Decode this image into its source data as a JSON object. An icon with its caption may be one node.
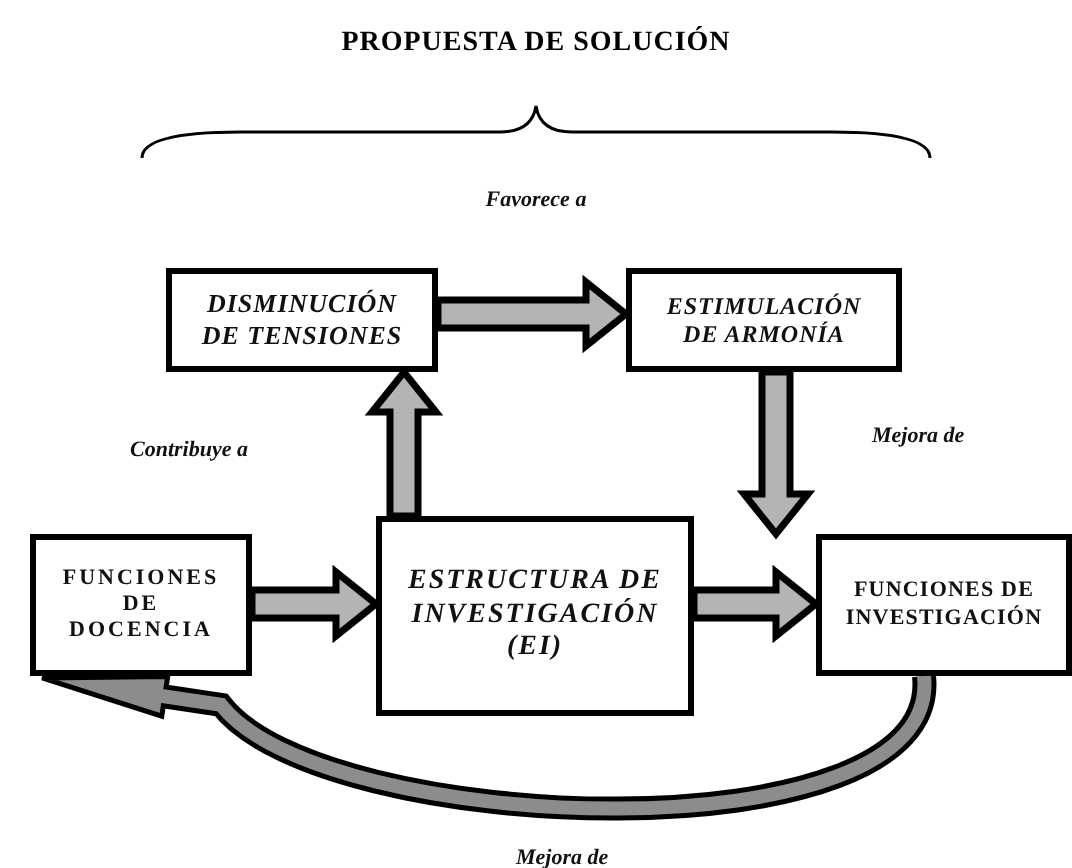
{
  "diagram": {
    "title": "PROPUESTA DE SOLUCIÓN",
    "nodes": [
      {
        "text": [
          "DISMINUCIÓN DE TENSIONES"
        ]
      },
      {
        "text": [
          "ESTIMULACIÓN DE ARMONÍA"
        ]
      },
      {
        "text": [
          "FUNCIONES DE DOCENCIA"
        ]
      },
      {
        "text": [
          "ESTRUCTURA DE INVESTIGACIÓN (EI)"
        ]
      },
      {
        "text": [
          "FUNCIONES DE INVESTIGACIÓN"
        ]
      }
    ],
    "edges": [
      {
        "from": 0,
        "to": 1,
        "arrow": "to"
      },
      {
        "from": 3,
        "to": 0,
        "arrow": "to"
      },
      {
        "from": 1,
        "to": 4,
        "arrow": "to"
      },
      {
        "from": 2,
        "to": 3,
        "arrow": "to"
      },
      {
        "from": 3,
        "to": 4,
        "arrow": "to"
      },
      {
        "from": 4,
        "to": 2,
        "arrow": "to"
      }
    ],
    "labels": [
      "Favorece a",
      "Contribuye a",
      "Mejora de",
      "Mejora de"
    ]
  }
}
